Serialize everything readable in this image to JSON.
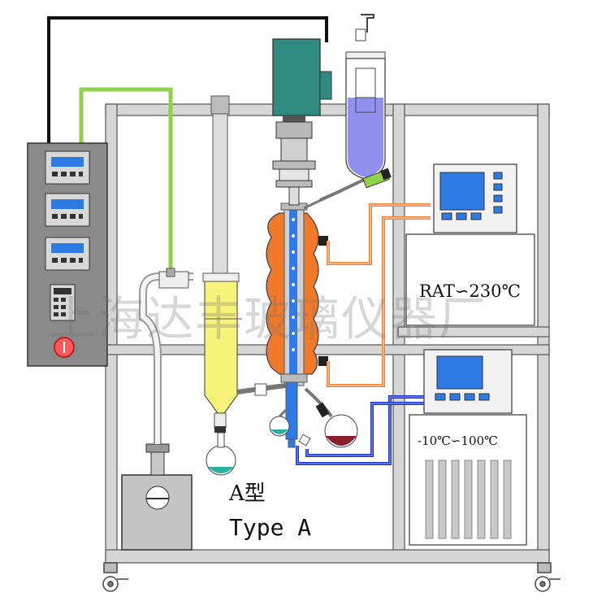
{
  "labels": {
    "heater_range": "RAT∽230℃",
    "chiller_range": "-10℃∽100℃",
    "type_cn": "A型",
    "type_en": "Type A"
  },
  "watermark": "上海达丰玻璃仪器厂",
  "colors": {
    "frame": "#d2d2d2",
    "control_panel": "#8a8a8a",
    "display_screen": "#2e7be6",
    "green_cable": "#8fd24a",
    "orange_hose": "#f0813a",
    "blue_hose": "#1a33c8",
    "motor": "#2f8a80",
    "feed_liquid": "#9090ee",
    "residue_receiver": "#f7f27a",
    "jacket": "#f07a2a",
    "power_switch": "#ff5a5a"
  }
}
